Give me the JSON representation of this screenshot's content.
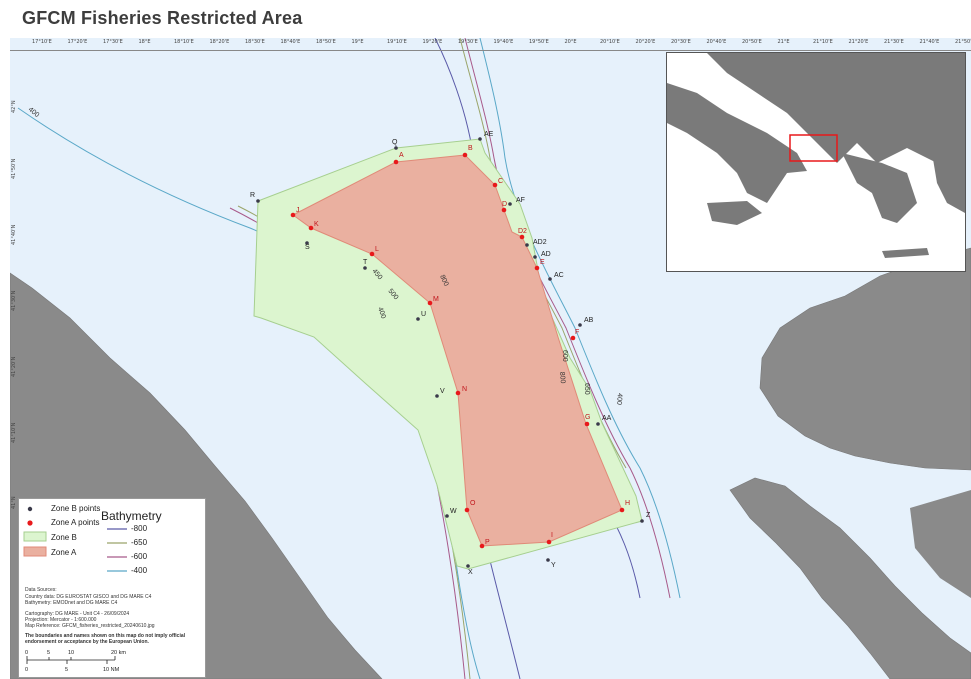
{
  "title": "GFCM Fisheries Restricted Area",
  "top_ticks": [
    "17°10'E",
    "17°20'E",
    "17°30'E",
    "18°E",
    "18°10'E",
    "18°20'E",
    "18°30'E",
    "18°40'E",
    "18°50'E",
    "19°E",
    "19°10'E",
    "19°20'E",
    "19°30'E",
    "19°40'E",
    "19°50'E",
    "20°E",
    "20°10'E",
    "20°20'E",
    "20°30'E",
    "20°40'E",
    "20°50'E",
    "21°E",
    "21°10'E",
    "21°20'E",
    "21°30'E",
    "21°40'E",
    "21°50'E"
  ],
  "left_ticks": [
    "42°N",
    "41°50'N",
    "41°40'N",
    "41°30'N",
    "41°20'N",
    "41°10'N",
    "41°N"
  ],
  "zone_b_points": [
    {
      "label": "Q"
    },
    {
      "label": "AE"
    },
    {
      "label": "R"
    },
    {
      "label": "S"
    },
    {
      "label": "T"
    },
    {
      "label": "U"
    },
    {
      "label": "V"
    },
    {
      "label": "W"
    },
    {
      "label": "X"
    },
    {
      "label": "Y"
    },
    {
      "label": "Z"
    },
    {
      "label": "AA"
    },
    {
      "label": "AB"
    },
    {
      "label": "AC"
    },
    {
      "label": "AD"
    },
    {
      "label": "AD2"
    },
    {
      "label": "AF"
    }
  ],
  "zone_a_points": [
    {
      "label": "A"
    },
    {
      "label": "B"
    },
    {
      "label": "C"
    },
    {
      "label": "D"
    },
    {
      "label": "D2"
    },
    {
      "label": "E"
    },
    {
      "label": "F"
    },
    {
      "label": "G"
    },
    {
      "label": "H"
    },
    {
      "label": "I"
    },
    {
      "label": "P"
    },
    {
      "label": "O"
    },
    {
      "label": "N"
    },
    {
      "label": "M"
    },
    {
      "label": "L"
    },
    {
      "label": "K"
    },
    {
      "label": "J"
    }
  ],
  "contour_labels": [
    "400",
    "800",
    "450",
    "500",
    "400",
    "800",
    "600",
    "650",
    "400"
  ],
  "legend": {
    "title": "Bathymetry",
    "zone_b_points": "Zone B points",
    "zone_a_points": "Zone A points",
    "zone_b": "Zone B",
    "zone_a": "Zone A",
    "depths": [
      "-800",
      "-650",
      "-600",
      "-400"
    ],
    "data_sources_heading": "Data Sources:",
    "country_data": "Country data: DG EUROSTAT GISCO and DG MARE C4",
    "bathymetry": "Bathymetry: EMODnet and DG MARE C4",
    "cartography": "Cartography: DG MARE - Unit C4 - 26/09/2024",
    "projection": "Projection: Mercator - 1:600.000",
    "reference": "Map Reference: GFCM_fisheries_restricted_20240610.jpg",
    "disclaimer": "The boundaries and names shown on this map do not imply official endorsement or acceptance by the European Union.",
    "scale_km": [
      "0",
      "5",
      "10",
      "20 km"
    ],
    "scale_nm": [
      "0",
      "5",
      "10 NM"
    ]
  },
  "colors": {
    "sea": "#e6f1fb",
    "land": "#8a8a8a",
    "zone_a": "#eab0a0",
    "zone_b": "#dcf5cf",
    "zone_a_point": "#e8191b",
    "zone_b_point": "#3a3a4a",
    "depth_800": "#5a5aa8",
    "depth_650": "#9aa56a",
    "depth_600": "#a85a8a",
    "depth_400": "#5aa8c8",
    "inset_box": "#e8191b"
  }
}
